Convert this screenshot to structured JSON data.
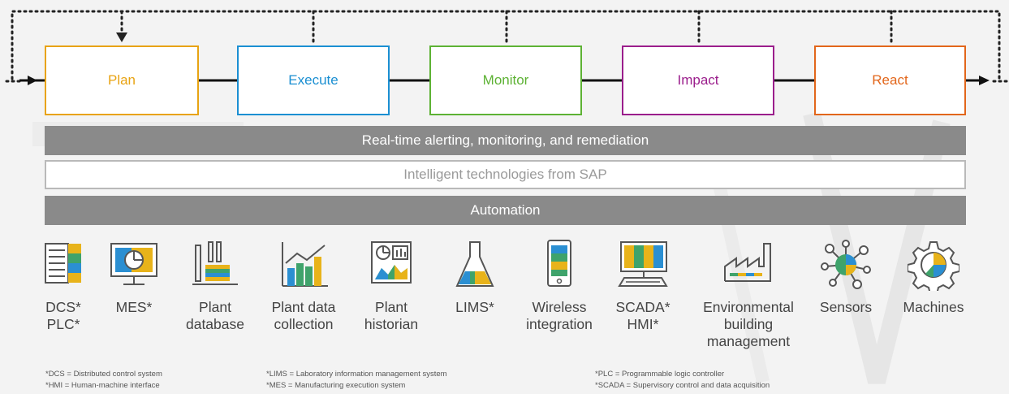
{
  "stages": [
    {
      "label": "Plan",
      "color": "#e8a312"
    },
    {
      "label": "Execute",
      "color": "#1b8fd2"
    },
    {
      "label": "Monitor",
      "color": "#5db234"
    },
    {
      "label": "Impact",
      "color": "#9b1e8c"
    },
    {
      "label": "React",
      "color": "#e2661b"
    }
  ],
  "bars": {
    "alerting": "Real-time alerting, monitoring, and remediation",
    "intelligent": "Intelligent technologies from SAP",
    "automation": "Automation"
  },
  "systems": [
    {
      "icon": "dcs-plc-icon",
      "label_lines": [
        "DCS*",
        "PLC*"
      ]
    },
    {
      "icon": "mes-monitor-icon",
      "label_lines": [
        "MES*"
      ]
    },
    {
      "icon": "plant-database-icon",
      "label_lines": [
        "Plant",
        "database"
      ]
    },
    {
      "icon": "plant-data-collection-icon",
      "label_lines": [
        "Plant data",
        "collection"
      ]
    },
    {
      "icon": "plant-historian-icon",
      "label_lines": [
        "Plant",
        "historian"
      ]
    },
    {
      "icon": "lims-flask-icon",
      "label_lines": [
        "LIMS*"
      ]
    },
    {
      "icon": "wireless-phone-icon",
      "label_lines": [
        "Wireless",
        "integration"
      ]
    },
    {
      "icon": "scada-computer-icon",
      "label_lines": [
        "SCADA*",
        "HMI*"
      ]
    },
    {
      "icon": "factory-icon",
      "label_lines": [
        "Environmental",
        "building",
        "management"
      ]
    },
    {
      "icon": "sensors-network-icon",
      "label_lines": [
        "Sensors"
      ]
    },
    {
      "icon": "machine-gear-icon",
      "label_lines": [
        "Machines"
      ]
    }
  ],
  "footnotes": {
    "col1": [
      "*DCS = Distributed control system",
      "*HMI = Human-machine interface"
    ],
    "col2": [
      "*LIMS = Laboratory information management system",
      "*MES = Manufacturing execution system"
    ],
    "col3": [
      "*PLC = Programmable logic controller",
      "*SCADA = Supervisory control and data acquisition"
    ]
  },
  "icon_colors": {
    "blue": "#2b8fd2",
    "green": "#3fa36b",
    "yellow": "#e8b31a",
    "gray": "#666666"
  }
}
